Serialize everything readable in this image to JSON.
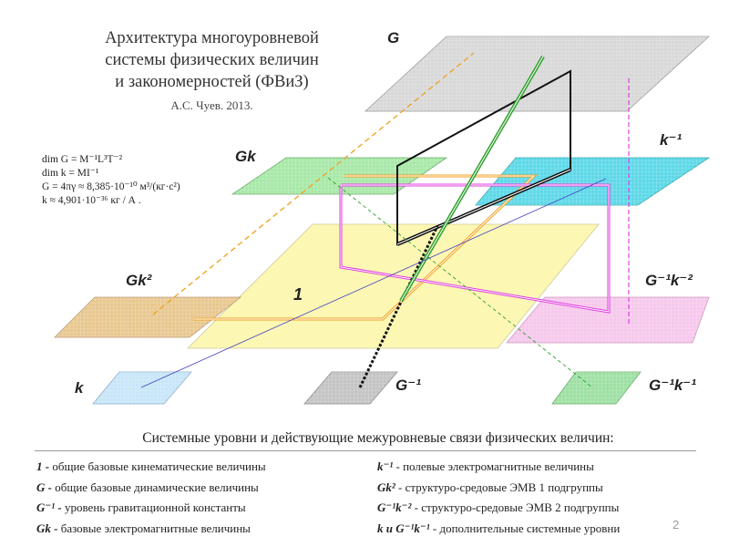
{
  "title": {
    "line1": "Архитектура многоуровневой",
    "line2": "системы физических величин",
    "line3": "и закономерностей (ФВиЗ)",
    "author": "А.С. Чуев. 2013."
  },
  "formulas": [
    "dim G = M⁻¹L³T⁻²",
    "dim k = MI⁻¹",
    "G = 4πγ ≈ 8,385·10⁻¹⁰ м³/(кг·с²)",
    "k ≈ 4,901·10⁻³⁶ кг / А ."
  ],
  "planes": {
    "G": "G",
    "k_inv": "k⁻¹",
    "Gk": "Gk",
    "Gk2": "Gk²",
    "one": "1",
    "GinvKinv2": "G⁻¹k⁻²",
    "k": "k",
    "G_inv": "G⁻¹",
    "GinvKinv": "G⁻¹k⁻¹"
  },
  "colors": {
    "G_plane": "#d0d0d0",
    "k_inv_plane": "#5ed8e8",
    "Gk_plane": "#a8e8a8",
    "Gk2_plane": "#e8c890",
    "one_plane": "#fdf7b4",
    "GinvKinv2_plane": "#f6c8ec",
    "k_plane": "#c0e0f8",
    "G_inv_plane": "#bcbcbc",
    "GinvKinv_plane": "#9ee0a4",
    "magenta_link": "#e040e0",
    "orange_link": "#f0a020",
    "green_link": "#30a030",
    "blue_link": "#4040c0"
  },
  "legend": {
    "heading": "Системные уровни и действующие межуровневые связи физических величин:",
    "left": [
      {
        "key": "1 -",
        "text": " общие базовые кинематические величины"
      },
      {
        "key": "G -",
        "text": " общие базовые динамические величины"
      },
      {
        "key": "G⁻¹ -",
        "text": " уровень гравитационной константы"
      },
      {
        "key": "Gk -",
        "text": " базовые электромагнитные величины"
      }
    ],
    "right": [
      {
        "key": "k⁻¹",
        "text": " - полевые электромагнитные величины"
      },
      {
        "key": "Gk²",
        "text": " - структуро-средовые ЭМВ 1 подгруппы"
      },
      {
        "key": "G⁻¹k⁻²",
        "text": " - структуро-средовые ЭМВ 2 подгруппы"
      },
      {
        "key": "k и G⁻¹k⁻¹",
        "text": " - дополнительные системные уровни"
      }
    ]
  },
  "page_number": "2"
}
